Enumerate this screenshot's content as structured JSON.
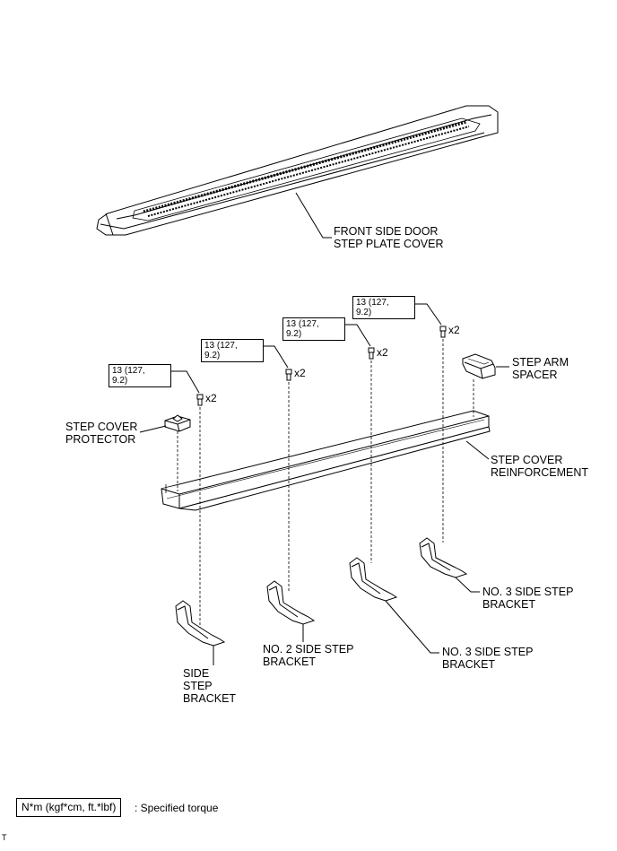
{
  "labels": {
    "front_side_door": [
      "FRONT SIDE DOOR",
      "STEP PLATE COVER"
    ],
    "step_arm_spacer": [
      "STEP ARM",
      "SPACER"
    ],
    "step_cover_protector": [
      "STEP COVER",
      "PROTECTOR"
    ],
    "step_cover_reinforcement": [
      "STEP COVER",
      "REINFORCEMENT"
    ],
    "no3_bracket_upper": [
      "NO. 3 SIDE STEP",
      "BRACKET"
    ],
    "no3_bracket_lower": [
      "NO. 3 SIDE STEP",
      "BRACKET"
    ],
    "no2_bracket": [
      "NO. 2 SIDE STEP",
      "BRACKET"
    ],
    "side_step_bracket": [
      "SIDE",
      "STEP",
      "BRACKET"
    ]
  },
  "torques": [
    {
      "line1": "13 (127,",
      "line2": "9.2)",
      "qty": "x2"
    },
    {
      "line1": "13 (127,",
      "line2": "9.2)",
      "qty": "x2"
    },
    {
      "line1": "13 (127,",
      "line2": "9.2)",
      "qty": "x2"
    },
    {
      "line1": "13 (127,",
      "line2": "9.2)",
      "qty": "x2"
    }
  ],
  "legend": {
    "unit": "N*m (kgf*cm, ft.*lbf)",
    "description": ": Specified torque"
  },
  "corner_mark": "T"
}
